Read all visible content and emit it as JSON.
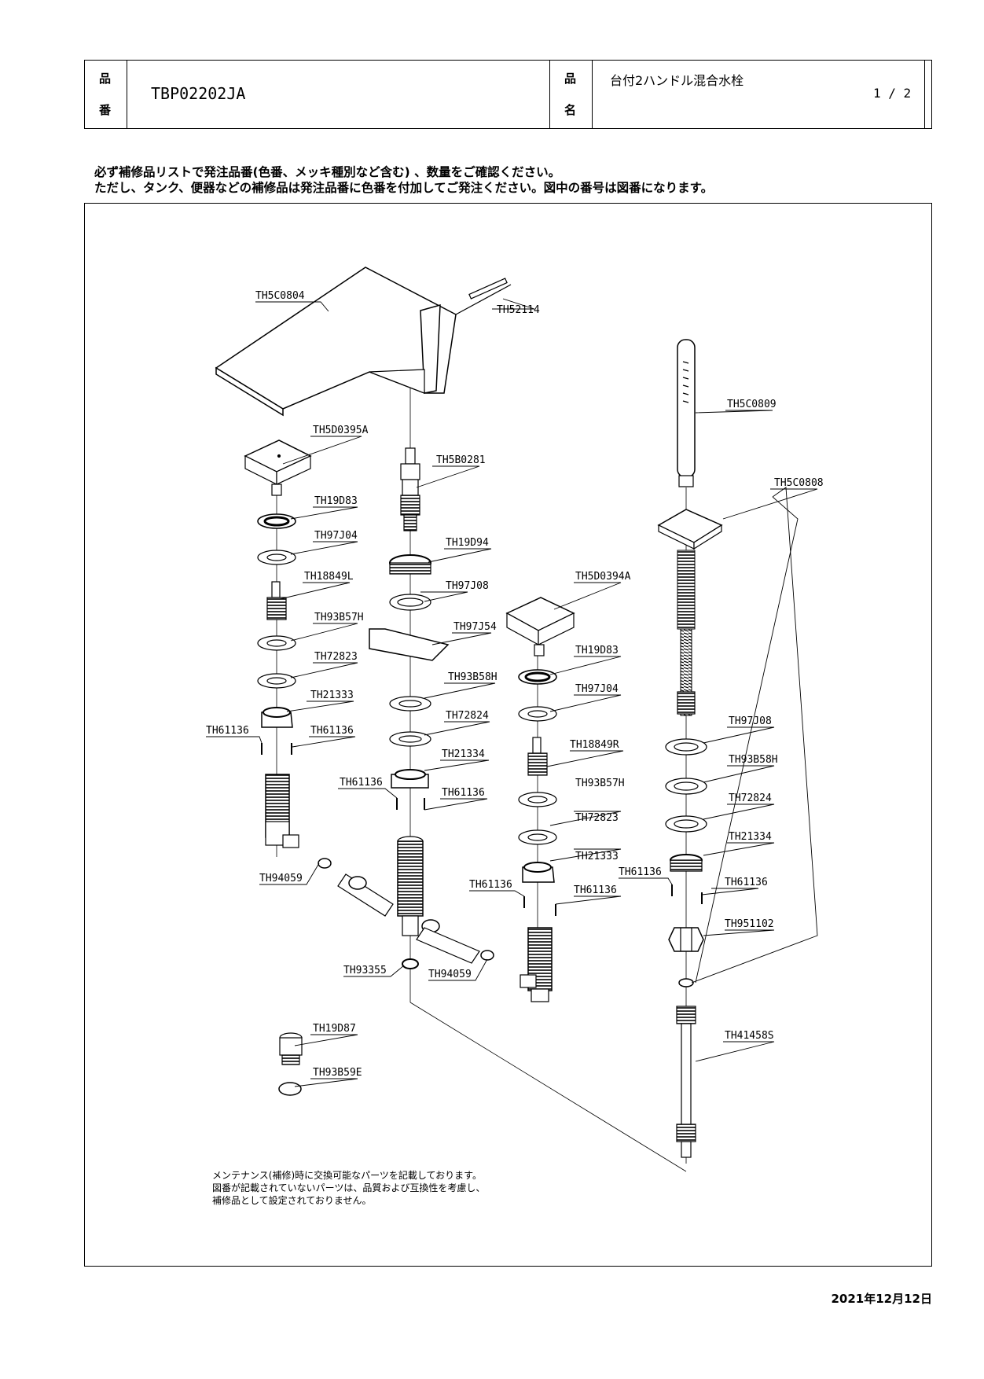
{
  "header": {
    "part_number_label_1": "品",
    "part_number_label_2": "番",
    "part_number": "TBP02202JA",
    "name_label_1": "品",
    "name_label_2": "名",
    "product_name": "台付2ハンドル混合水栓",
    "page": "1 / 2"
  },
  "notice": {
    "line1": "必ず補修品リストで発注品番(色番、メッキ種別など含む) 、数量をご確認ください。",
    "line2": "ただし、タンク、便器などの補修品は発注品番に色番を付加してご発注ください。図中の番号は図番になります。"
  },
  "parts": {
    "p01": "TH5C0804",
    "p02": "TH52114",
    "p03": "TH5C0809",
    "p04": "TH5D0395A",
    "p05": "TH5B0281",
    "p06": "TH5C0808",
    "p07": "TH19D83",
    "p08": "TH97J04",
    "p09": "TH19D94",
    "p10": "TH18849L",
    "p11": "TH97J08",
    "p12": "TH5D0394A",
    "p13": "TH93B57H",
    "p14": "TH97J54",
    "p15": "TH72823",
    "p16": "TH19D83",
    "p17": "TH93B58H",
    "p18": "TH21333",
    "p19": "TH97J04",
    "p20": "TH72824",
    "p21": "TH61136",
    "p22": "TH61136",
    "p23": "TH97J08",
    "p24": "TH18849R",
    "p25": "TH21334",
    "p26": "TH93B58H",
    "p27": "TH61136",
    "p28": "TH61136",
    "p29": "TH93B57H",
    "p30": "TH72824",
    "p31": "TH72823",
    "p32": "TH21334",
    "p33": "TH21333",
    "p34": "TH61136",
    "p35": "TH94059",
    "p36": "TH61136",
    "p37": "TH61136",
    "p38": "TH61136",
    "p39": "TH951102",
    "p40": "TH93355",
    "p41": "TH94059",
    "p42": "TH41458S",
    "p43": "TH19D87",
    "p44": "TH93B59E"
  },
  "footnote": {
    "line1": "メンテナンス(補修)時に交換可能なパーツを記載しております。",
    "line2": "図番が記載されていないパーツは、品質および互換性を考慮し、",
    "line3": "補修品として設定されておりません。"
  },
  "date": "2021年12月12日"
}
